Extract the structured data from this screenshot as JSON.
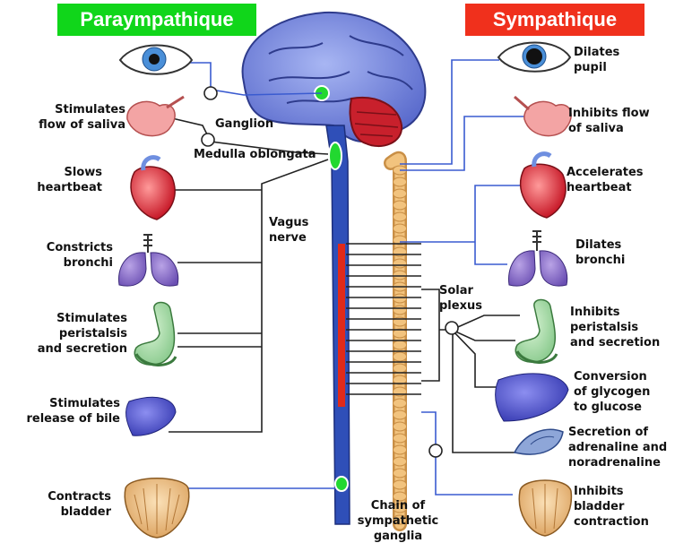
{
  "headers": {
    "parasympathetic": "Paraympathique",
    "sympathetic": "Sympathique"
  },
  "colors": {
    "parasympathetic": "#10d61a",
    "sympathetic": "#f0301c",
    "nerve_line": "#3a5bd0",
    "spinal_cord": "#2f4fb8",
    "ganglia_chain": "#f2c37e"
  },
  "left_labels": {
    "saliva": "Stimulates\nflow of saliva",
    "heart": "Slows\nheartbeat",
    "bronchi": "Constricts\nbronchi",
    "stomach": "Stimulates\nperistalsis\nand secretion",
    "bile": "Stimulates\nrelease of bile",
    "bladder": "Contracts\nbladder"
  },
  "right_labels": {
    "pupil": "Dilates\npupil",
    "saliva": "Inhibits flow\nof saliva",
    "heart": "Accelerates\nheartbeat",
    "bronchi": "Dilates\nbronchi",
    "stomach": "Inhibits\nperistalsis\nand secretion",
    "liver": "Conversion\nof glycogen\nto glucose",
    "adrenal": "Secretion of\nadrenaline and\nnoradrenaline",
    "bladder": "Inhibits\nbladder\ncontraction"
  },
  "center_labels": {
    "ganglion": "Ganglion",
    "medulla": "Medulla oblongata",
    "vagus": "Vagus\nnerve",
    "solar": "Solar\nplexus",
    "chain": "Chain of\nsympathetic\nganglia"
  },
  "icons": [
    "eye-icon",
    "brain-icon",
    "salivary-gland-icon",
    "heart-icon",
    "lungs-icon",
    "stomach-icon",
    "liver-icon",
    "adrenal-gland-icon",
    "bladder-icon"
  ]
}
